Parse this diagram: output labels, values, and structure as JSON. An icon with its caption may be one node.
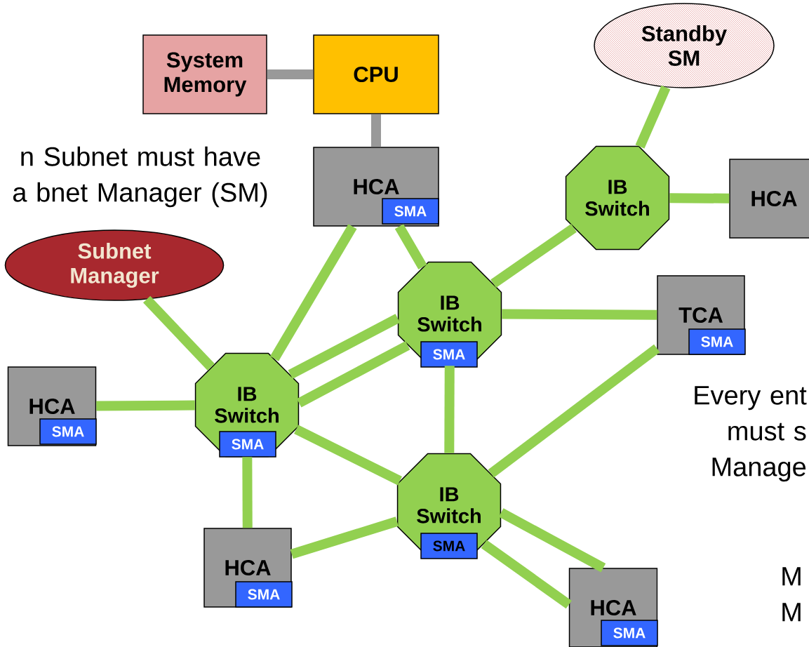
{
  "diagram": {
    "nodes": [
      {
        "text": [
          "System Memory"
        ]
      },
      {
        "text": [
          "CPU"
        ]
      },
      {
        "text": [
          "Standby SM"
        ]
      },
      {
        "text": [
          "HCA"
        ]
      },
      {
        "text": [
          "SMA"
        ],
        "in": 3
      },
      {
        "text": [
          "IB Switch"
        ]
      },
      {
        "text": [
          "HCA"
        ]
      },
      {
        "text": [
          "Subnet Manager"
        ]
      },
      {
        "text": [
          "IB Switch"
        ]
      },
      {
        "text": [
          "SMA"
        ],
        "in": 8
      },
      {
        "text": [
          "TCA"
        ]
      },
      {
        "text": [
          "SMA"
        ],
        "in": 10
      },
      {
        "text": [
          "HCA"
        ]
      },
      {
        "text": [
          "SMA"
        ],
        "in": 12
      },
      {
        "text": [
          "IB Switch"
        ]
      },
      {
        "text": [
          "SMA"
        ],
        "in": 14
      },
      {
        "text": [
          "IB Switch"
        ]
      },
      {
        "text": [
          "SMA"
        ],
        "in": 16
      },
      {
        "text": [
          "HCA"
        ]
      },
      {
        "text": [
          "SMA"
        ],
        "in": 18
      },
      {
        "text": [
          "HCA"
        ]
      },
      {
        "text": [
          "SMA"
        ],
        "in": 20
      }
    ],
    "edges": [
      {
        "from": 0,
        "to": 1,
        "arrow": "none",
        "color": "#999999"
      },
      {
        "from": 1,
        "to": 3,
        "arrow": "none",
        "color": "#999999"
      },
      {
        "from": 2,
        "to": 5,
        "arrow": "none"
      },
      {
        "from": 3,
        "to": 14,
        "arrow": "none"
      },
      {
        "from": 3,
        "to": 8,
        "arrow": "none"
      },
      {
        "from": 5,
        "to": 8,
        "arrow": "none"
      },
      {
        "from": 5,
        "to": 6,
        "arrow": "none"
      },
      {
        "from": 7,
        "to": 14,
        "arrow": "none"
      },
      {
        "from": 8,
        "to": 10,
        "arrow": "none"
      },
      {
        "from": 8,
        "to": 14,
        "arrow": "none"
      },
      {
        "from": 8,
        "to": 14,
        "arrow": "none"
      },
      {
        "from": 8,
        "to": 16,
        "arrow": "none"
      },
      {
        "from": 10,
        "to": 16,
        "arrow": "none"
      },
      {
        "from": 12,
        "to": 14,
        "arrow": "none"
      },
      {
        "from": 14,
        "to": 16,
        "arrow": "none"
      },
      {
        "from": 14,
        "to": 18,
        "arrow": "none"
      },
      {
        "from": 16,
        "to": 18,
        "arrow": "none"
      },
      {
        "from": 16,
        "to": 20,
        "arrow": "none"
      },
      {
        "from": 16,
        "to": 20,
        "arrow": "none"
      }
    ],
    "labels": [
      "n Subnet must have a bnet Manager (SM)",
      "Every ent must s Manage",
      "M M"
    ]
  }
}
